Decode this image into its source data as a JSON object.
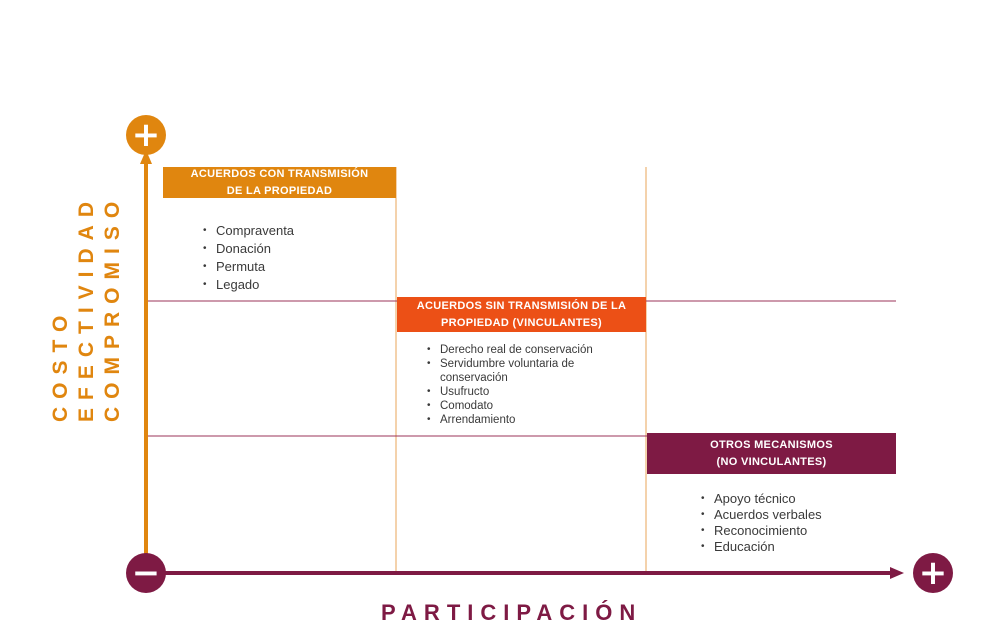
{
  "axes": {
    "y_labels": [
      "COSTO",
      "EFECTIVIDAD",
      "COMPROMISO"
    ],
    "x_label": "PARTICIPACIÓN",
    "plus_symbol": "+",
    "minus_symbol": "−"
  },
  "blocks": [
    {
      "title_line1": "ACUERDOS CON TRANSMISIÓN",
      "title_line2": "DE LA PROPIEDAD",
      "items": [
        "Compraventa",
        "Donación",
        "Permuta",
        "Legado"
      ]
    },
    {
      "title_line1": "ACUERDOS SIN TRANSMISIÓN DE LA",
      "title_line2": "PROPIEDAD (VINCULANTES)",
      "items": [
        "Derecho real de conservación",
        "Servidumbre voluntaria de conservación",
        "Usufructo",
        "Comodato",
        "Arrendamiento"
      ]
    },
    {
      "title_line1": "OTROS MECANISMOS",
      "title_line2": "(NO VINCULANTES)",
      "items": [
        "Apoyo técnico",
        "Acuerdos verbales",
        "Reconocimiento",
        "Educación"
      ]
    }
  ],
  "colors": {
    "orange": "#e0860f",
    "red_orange": "#ec5016",
    "maroon": "#7e1a44"
  }
}
